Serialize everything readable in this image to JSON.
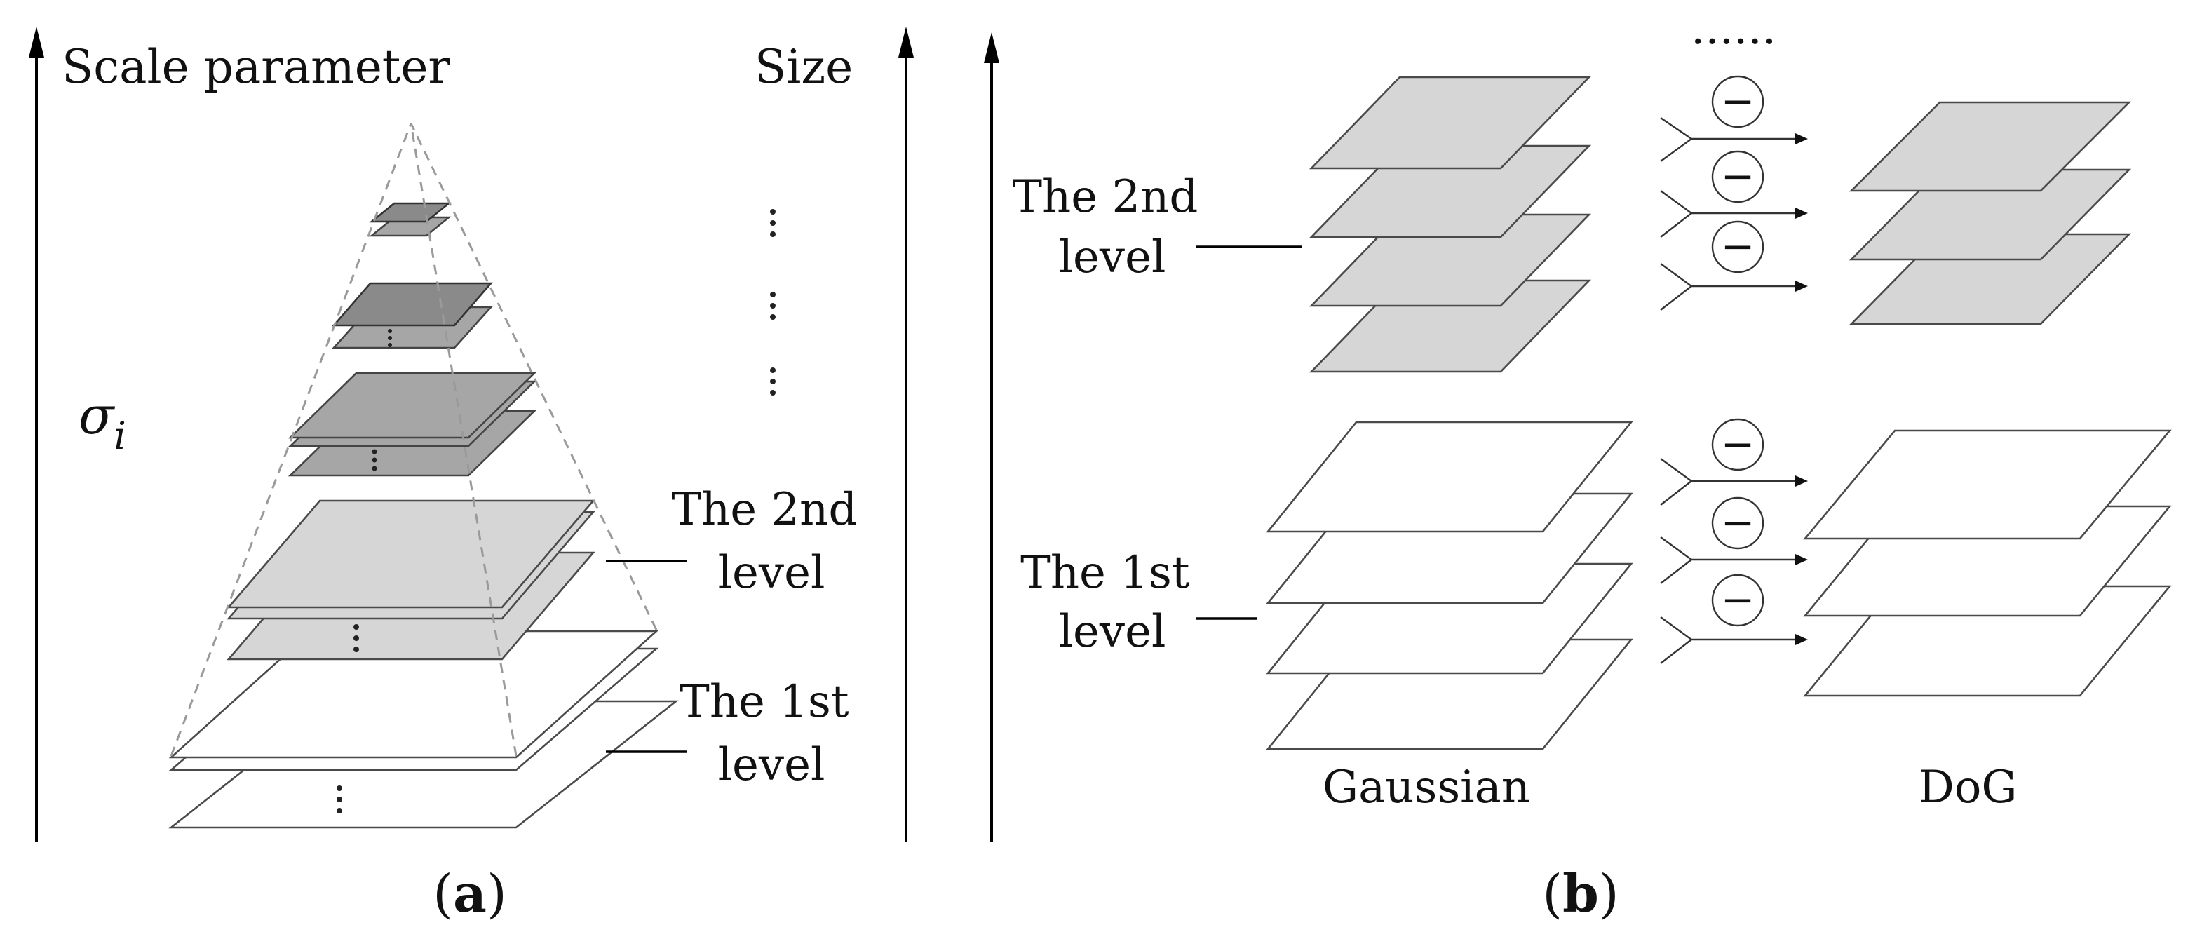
{
  "panel_a": {
    "axis_left_label": "Scale parameter",
    "axis_right_label": "Size",
    "sigma_symbol": "σ",
    "sigma_subscript": "i",
    "second_level_label": [
      "The 2nd",
      "level"
    ],
    "first_level_label": [
      "The 1st",
      "level"
    ],
    "caption_open": "(",
    "caption_letter": "a",
    "caption_close": ")"
  },
  "panel_b": {
    "top_ellipsis": "......",
    "second_level_label": [
      "The 2nd",
      "level"
    ],
    "first_level_label": [
      "The 1st",
      "level"
    ],
    "gaussian_label": "Gaussian",
    "dog_label": "DoG",
    "minus_symbol": "−",
    "caption_open": "(",
    "caption_letter": "b",
    "caption_close": ")"
  },
  "colors": {
    "white_sheet": "#ffffff",
    "light_gray_sheet": "#d6d6d6",
    "mid_gray_sheet": "#a6a6a6",
    "dark_gray_sheet": "#8a8a8a",
    "line": "#000000"
  }
}
